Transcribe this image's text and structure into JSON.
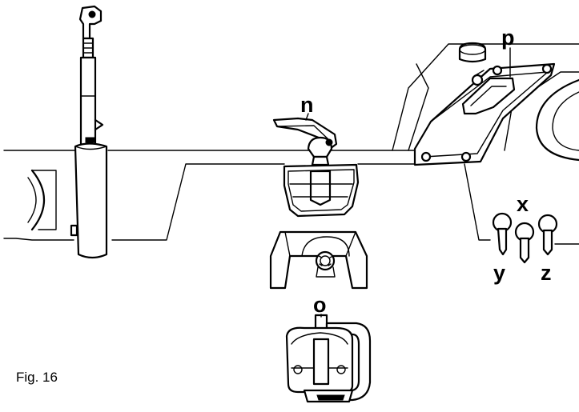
{
  "caption": "Fig. 16",
  "labels": {
    "n": "n",
    "o": "o",
    "p": "p",
    "x": "x",
    "y": "y",
    "z": "z"
  },
  "icons": {
    "lift_rod": "hydraulic-lift-rod-icon",
    "hitch_upper": "pickup-hitch-jaw-icon",
    "pto_shield": "pto-shaft-shield-icon",
    "hitch_lower": "hitch-clevis-icon",
    "bracket": "tractor-rear-bracket-icon",
    "levers": "control-levers-icon"
  }
}
